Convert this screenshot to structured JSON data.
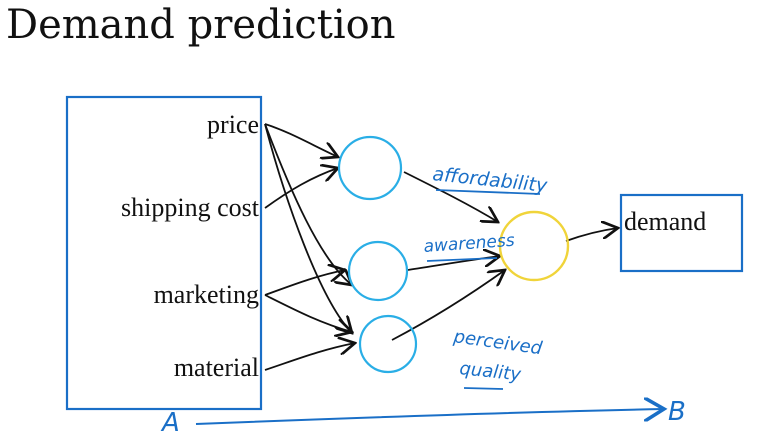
{
  "title": "Demand prediction",
  "inputs": [
    "price",
    "shipping cost",
    "marketing",
    "material"
  ],
  "hidden": [
    "affordability",
    "awareness",
    "perceived",
    "quality"
  ],
  "output": "demand",
  "mapping": {
    "from": "A",
    "to": "B"
  },
  "colors": {
    "ink": "#111111",
    "hidden_node": "#2aaee6",
    "output_node": "#f0d43a",
    "annotation": "#1a6fc7"
  }
}
